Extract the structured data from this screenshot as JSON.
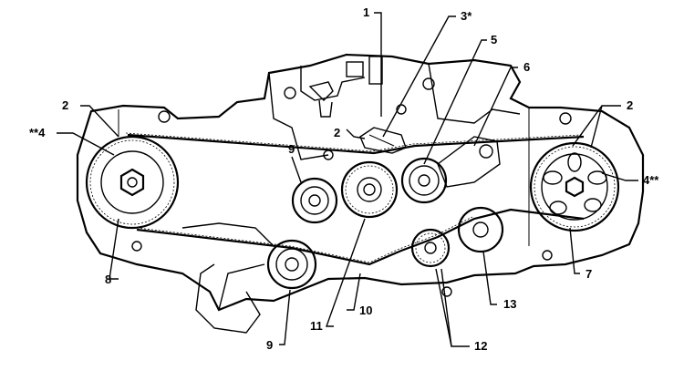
{
  "labels": {
    "l1": "1",
    "l3": "3*",
    "l5": "5",
    "l6": "6",
    "l2_top_left": "2",
    "l2_top_right": "2",
    "l2_center": "2",
    "l4_left": "**4",
    "l4_right": "4**",
    "l9_upper": "9",
    "l9_lower": "9",
    "l8": "8",
    "l7": "7",
    "l11": "11",
    "l10": "10",
    "l12": "12",
    "l13": "13"
  }
}
